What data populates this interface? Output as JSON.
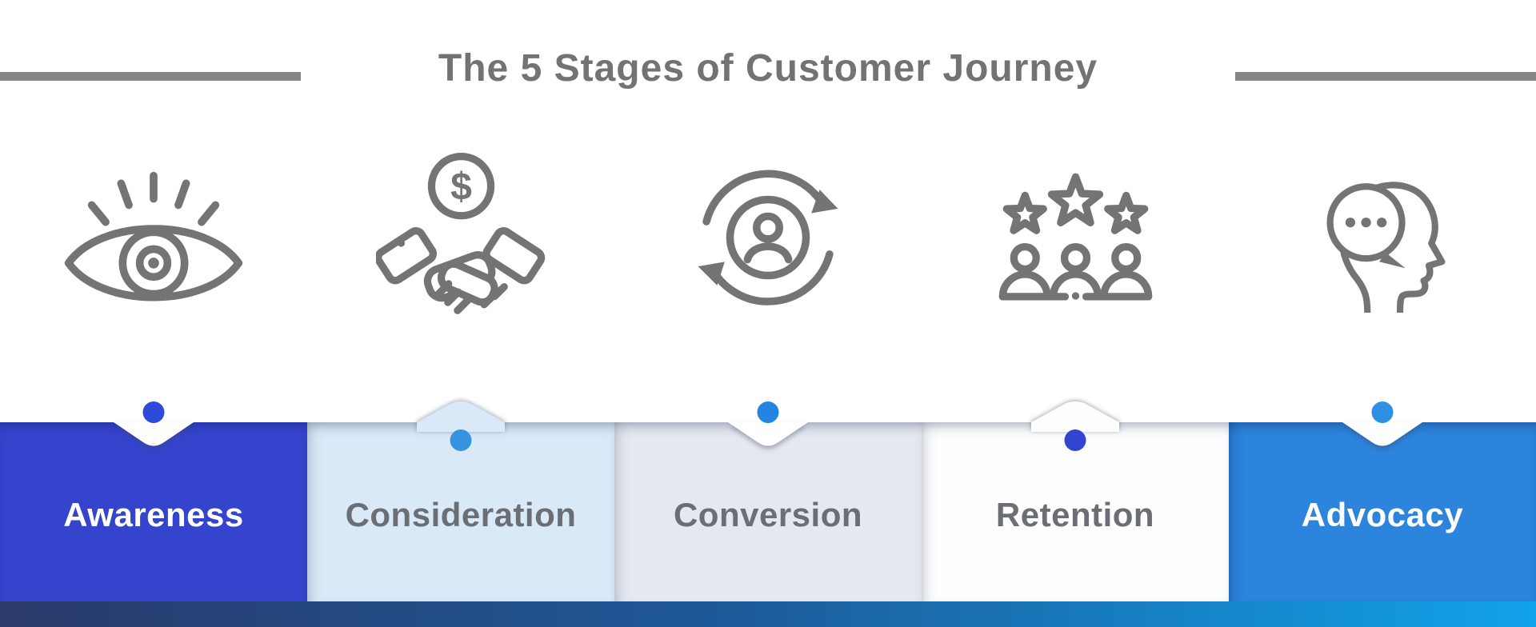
{
  "title": "The 5 Stages of Customer Journey",
  "stages": [
    {
      "label": "Awareness",
      "icon": "eye-icon",
      "card_color": "#3544cd",
      "label_color": "#ffffff",
      "dot_color": "#2d4bd7",
      "notch": "down"
    },
    {
      "label": "Consideration",
      "icon": "handshake-dollar-icon",
      "card_color": "#d9e9f8",
      "label_color": "#6b6e74",
      "dot_color": "#3793dd",
      "notch": "up"
    },
    {
      "label": "Conversion",
      "icon": "customer-sync-icon",
      "card_color": "#e5e8ef",
      "label_color": "#6b6e74",
      "dot_color": "#2385e2",
      "notch": "down"
    },
    {
      "label": "Retention",
      "icon": "rating-customers-icon",
      "card_color": "#fdfdfe",
      "label_color": "#6b6e74",
      "dot_color": "#3245d0",
      "notch": "up"
    },
    {
      "label": "Advocacy",
      "icon": "head-chat-icon",
      "card_color": "#2c84dc",
      "label_color": "#ffffff",
      "dot_color": "#2f8fe4",
      "notch": "down"
    }
  ],
  "decor": {
    "rule_color": "#878787",
    "title_color": "#737373",
    "icon_color": "#747474",
    "coin_symbol": "$",
    "footer_gradient": [
      "#2a3a6a",
      "#1d5796",
      "#11a2e9"
    ]
  }
}
